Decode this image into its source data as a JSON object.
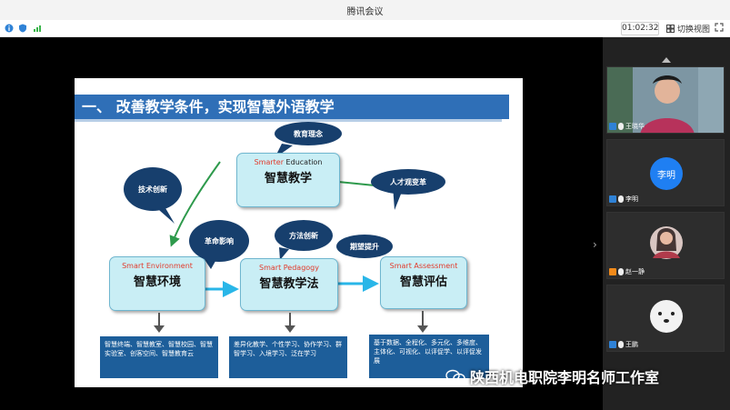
{
  "window": {
    "title": "腾讯会议"
  },
  "toolbar": {
    "timer": "01:02:32",
    "switch_view_label": "切换视图"
  },
  "slide": {
    "title": "一、 改善教学条件，实现智慧外语教学",
    "top_box": {
      "en_red": "Smarter",
      "en_black": " Education",
      "cn": "智慧教学"
    },
    "boxes": [
      {
        "en": "Smart Environment",
        "cn": "智慧环境"
      },
      {
        "en": "Smart Pedagogy",
        "cn": "智慧教学法"
      },
      {
        "en": "Smart Assessment",
        "cn": "智慧评估"
      }
    ],
    "bubbles": {
      "edu_concept": "教育理念",
      "talent_change": "人才观变革",
      "tech_innovation": "技术创新",
      "revolution_impact": "革命影响",
      "method_innovation": "方法创新",
      "expect_improve": "期望提升"
    },
    "descriptions": [
      "智慧终端、智慧教室、智慧校园、智慧实验室、创客空间、智慧教育云",
      "差异化教学、个性学习、协作学习、群智学习、入境学习、泛在学习",
      "基于数据、全程化、多元化、多维度、主体化、可视化、以评促学、以评促发展"
    ]
  },
  "participants": [
    {
      "name": "王晓华",
      "kind": "video"
    },
    {
      "name": "李明",
      "avatar_text": "李明",
      "kind": "avatar"
    },
    {
      "name": "赵一静",
      "kind": "video"
    },
    {
      "name": "王鹏",
      "kind": "video"
    }
  ],
  "watermark": {
    "text": "陕西机电职院李明名师工作室"
  },
  "colors": {
    "slide_header": "#2f6fb7",
    "box_fill": "#c9eef5",
    "bubble": "#173f6d",
    "desc": "#1d5e9a",
    "avatar_blue": "#1f7ff2",
    "flow_arrow": "#29b6e8"
  }
}
